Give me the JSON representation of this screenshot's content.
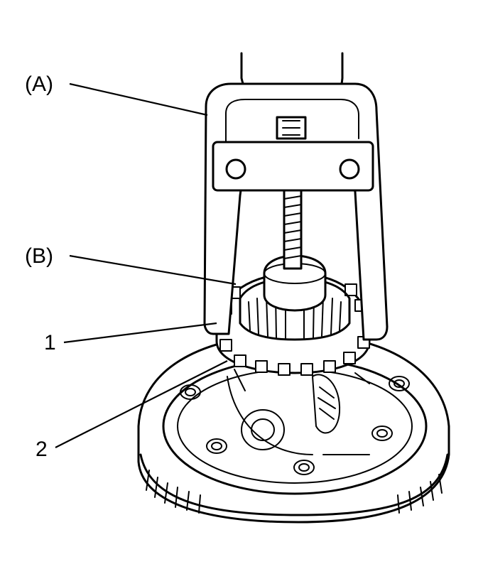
{
  "labels": {
    "tool_a": "(A)",
    "tool_b": "(B)",
    "part_1": "1",
    "part_2": "2"
  },
  "colors": {
    "ink": "#000000",
    "background": "#ffffff"
  },
  "icons": [
    "puller-tool",
    "bearing-installer",
    "side-bearing",
    "differential-case"
  ]
}
